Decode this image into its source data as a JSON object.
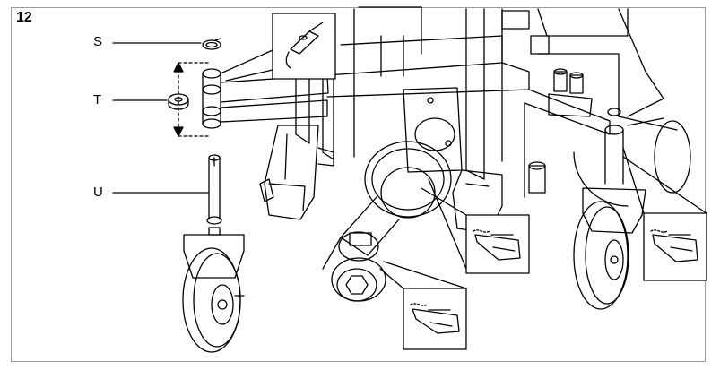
{
  "figure": {
    "number": "12"
  },
  "callouts": {
    "s": "S",
    "t": "T",
    "u": "U"
  }
}
